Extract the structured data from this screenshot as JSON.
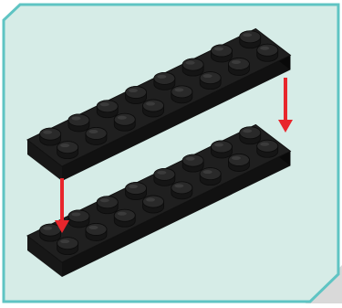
{
  "panel": {
    "background": "#d6ece7",
    "border": "#5fc4c3",
    "corner_shadow": "#d9d9d9"
  },
  "plates": [
    {
      "name": "top-plate",
      "studs_long": 8,
      "studs_wide": 2,
      "color": "#1f1f1f"
    },
    {
      "name": "bottom-plate",
      "studs_long": 8,
      "studs_wide": 2,
      "color": "#1f1f1f"
    }
  ],
  "arrows": {
    "color": "#e8262c",
    "count": 2
  }
}
